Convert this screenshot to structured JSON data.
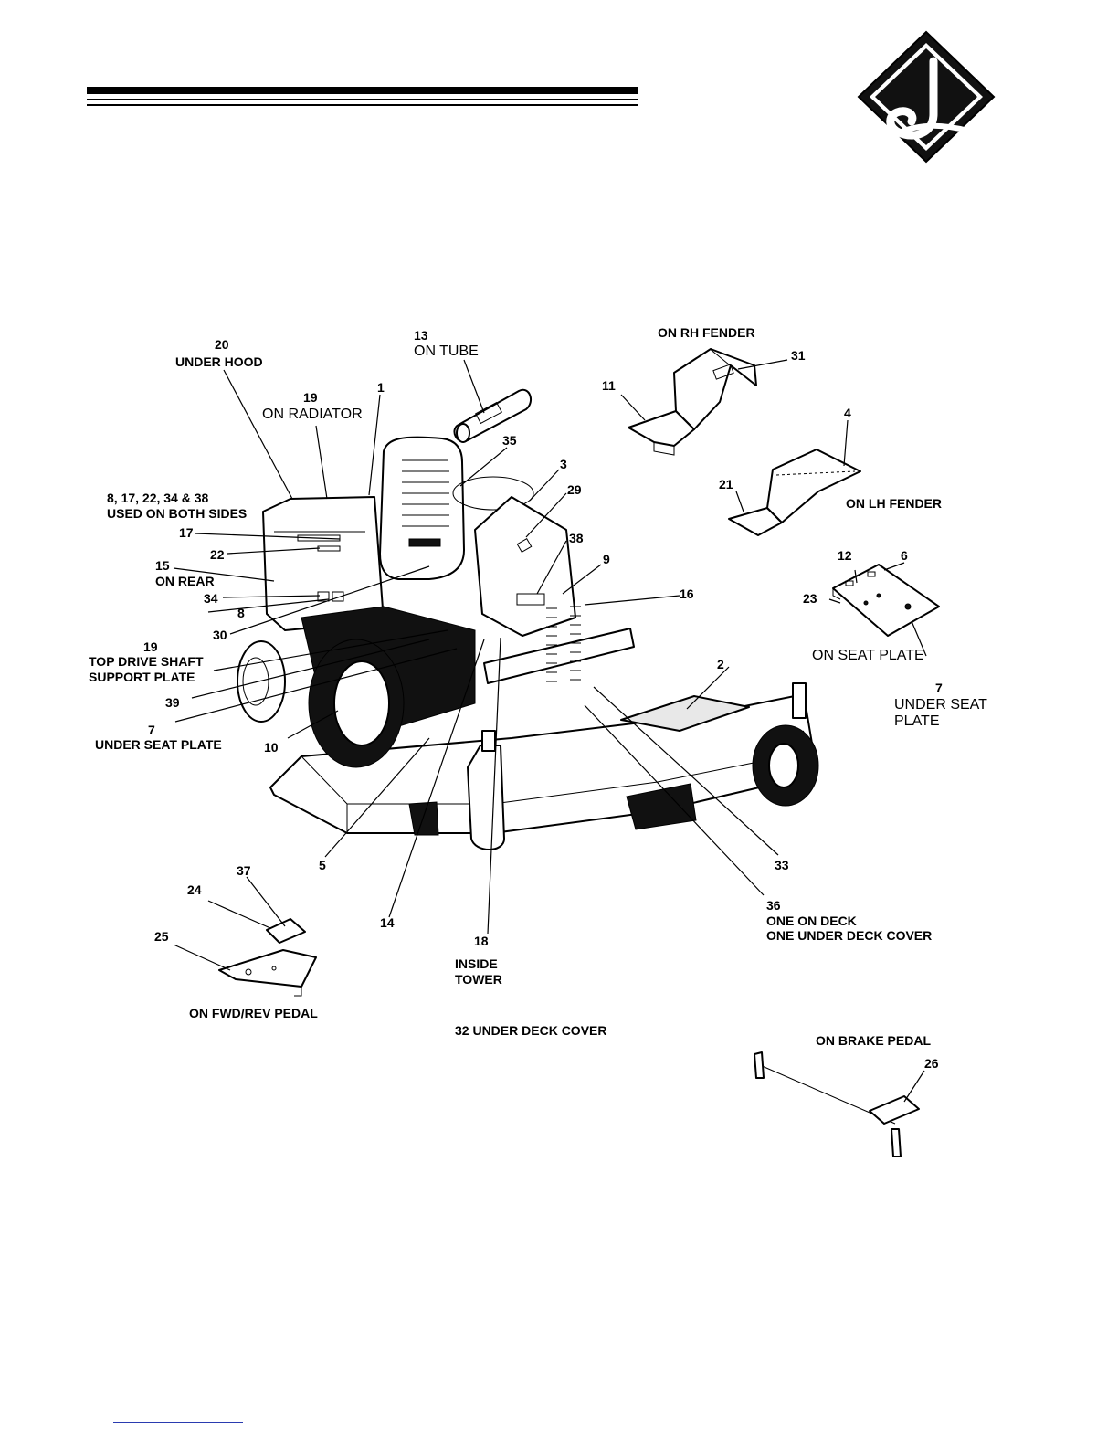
{
  "labels": {
    "l20": "20",
    "under_hood": "UNDER  HOOD",
    "l13": "13",
    "on_tube": "ON TUBE",
    "on_rh_fender": "ON RH FENDER",
    "l31": "31",
    "l11": "11",
    "l19a": "19",
    "on_radiator": "ON  RADIATOR",
    "l1": "1",
    "l35": "35",
    "l4": "4",
    "both_sides_1": "8, 17, 22, 34 & 38",
    "both_sides_2": "USED ON BOTH SIDES",
    "l3": "3",
    "l21": "21",
    "on_lh_fender": "ON LH FENDER",
    "l17": "17",
    "l29": "29",
    "l22": "22",
    "l38": "38",
    "l15": "15",
    "l9": "9",
    "l12": "12",
    "l6": "6",
    "on_rear": "ON REAR",
    "l34": "34",
    "l16": "16",
    "l23": "23",
    "l8": "8",
    "l30": "30",
    "l19b": "19",
    "top_drive_1": "TOP DRIVE SHAFT",
    "top_drive_2": "SUPPORT PLATE",
    "on_seat_plate": "ON  SEAT  PLATE",
    "l2": "2",
    "l7a": "7",
    "under_seat_r1": "UNDER SEAT",
    "under_seat_r2": "PLATE",
    "l39": "39",
    "l7b": "7",
    "under_seat_plate": "UNDER SEAT PLATE",
    "l10": "10",
    "l5": "5",
    "l33": "33",
    "l37": "37",
    "l24": "24",
    "l36": "36",
    "one_on_deck": "ONE ON DECK",
    "one_under_deck": "ONE UNDER DECK COVER",
    "l14": "14",
    "l25": "25",
    "l18": "18",
    "inside": "INSIDE",
    "tower": "TOWER",
    "on_fwd_rev": "ON FWD/REV PEDAL",
    "under_deck_cover": "32 UNDER DECK COVER",
    "on_brake_pedal": "ON BRAKE PEDAL",
    "l26": "26"
  }
}
